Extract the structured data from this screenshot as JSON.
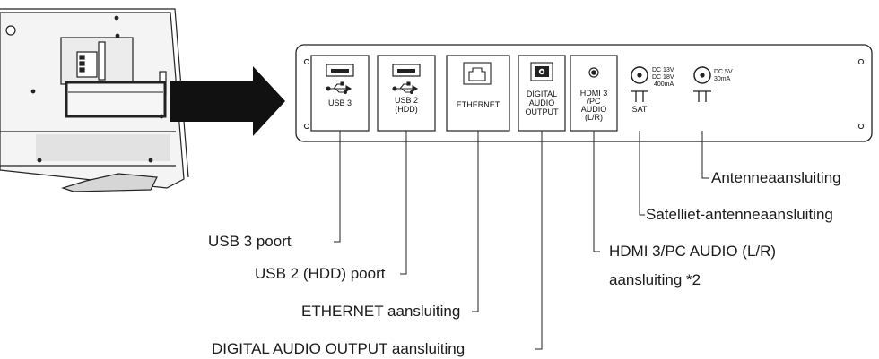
{
  "ports": {
    "usb3": {
      "label": "USB 3"
    },
    "usb2": {
      "label_1": "USB 2",
      "label_2": "(HDD)"
    },
    "ethernet": {
      "label": "ETHERNET"
    },
    "digital_audio": {
      "label_1": "DIGITAL",
      "label_2": "AUDIO",
      "label_3": "OUTPUT"
    },
    "hdmi_audio": {
      "label_1": "HDMI 3",
      "label_2": "/PC",
      "label_3": "AUDIO",
      "label_4": "(L/R)"
    },
    "sat": {
      "spec_1": "DC 13V",
      "spec_2": "DC 18V",
      "spec_3": "400mA",
      "label": "SAT"
    },
    "antenna": {
      "spec_1": "DC 5V",
      "spec_2": "30mA"
    }
  },
  "callouts": {
    "usb3": "USB 3 poort",
    "usb2": "USB 2 (HDD) poort",
    "ethernet": "ETHERNET aansluiting",
    "digital_audio": "DIGITAL AUDIO OUTPUT aansluiting",
    "hdmi_audio_1": "HDMI 3/PC AUDIO (L/R)",
    "hdmi_audio_2": "aansluiting *2",
    "sat": "Satelliet-antenneaansluiting",
    "antenna": "Antenneaansluiting"
  }
}
